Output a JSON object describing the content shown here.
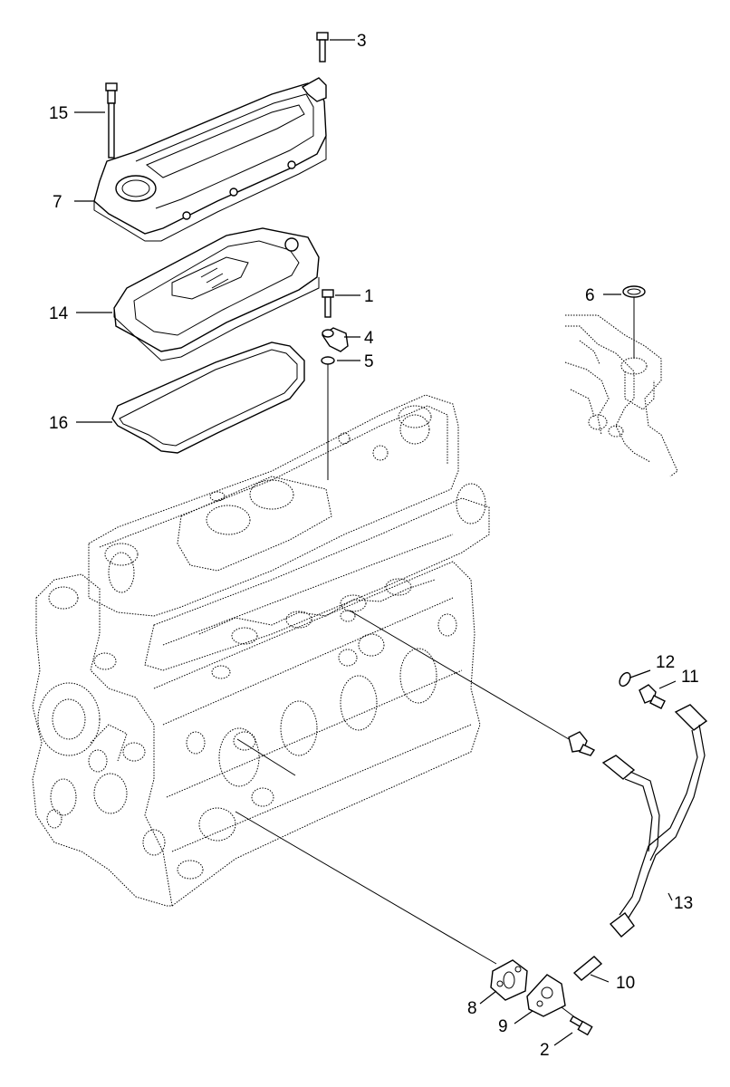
{
  "callouts": [
    {
      "id": "1",
      "text": "1"
    },
    {
      "id": "2",
      "text": "2"
    },
    {
      "id": "3",
      "text": "3"
    },
    {
      "id": "4",
      "text": "4"
    },
    {
      "id": "5",
      "text": "5"
    },
    {
      "id": "6",
      "text": "6"
    },
    {
      "id": "7",
      "text": "7"
    },
    {
      "id": "8",
      "text": "8"
    },
    {
      "id": "9",
      "text": "9"
    },
    {
      "id": "10",
      "text": "10"
    },
    {
      "id": "11",
      "text": "11"
    },
    {
      "id": "12",
      "text": "12"
    },
    {
      "id": "13",
      "text": "13"
    },
    {
      "id": "14",
      "text": "14"
    },
    {
      "id": "15",
      "text": "15"
    },
    {
      "id": "16",
      "text": "16"
    }
  ]
}
